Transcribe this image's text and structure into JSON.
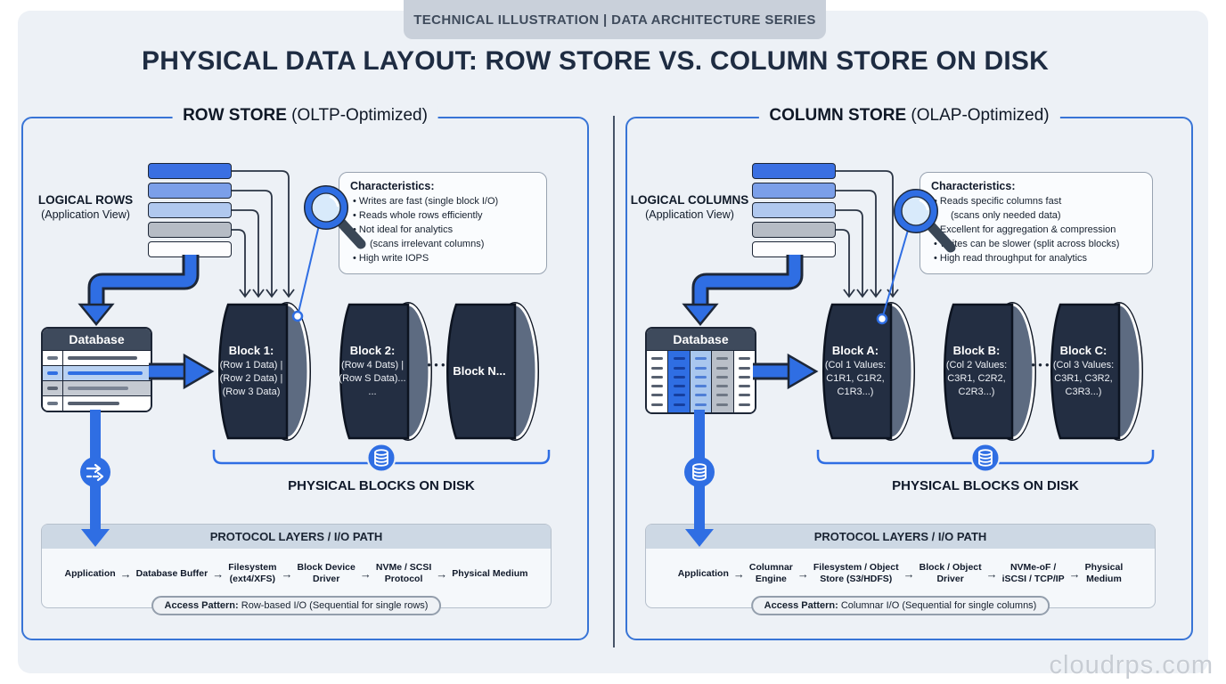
{
  "badge": "TECHNICAL ILLUSTRATION | DATA ARCHITECTURE SERIES",
  "title": "PHYSICAL DATA LAYOUT: ROW STORE VS. COLUMN STORE ON DISK",
  "watermark": "cloudrps.com",
  "glyphs": {
    "step_arrow": "→",
    "block_dots": "●●●"
  },
  "colors": {
    "accent": "#2f6ee3",
    "panel_border": "#3874d6",
    "cylinder_body": "#232e42",
    "cylinder_cap": "#5d6b81",
    "card_bg": "#edf1f6",
    "badge_bg": "#c9d0da",
    "title_text": "#1e2c42",
    "db_header": "#3e4a5c"
  },
  "panels": [
    {
      "title_bold": "ROW STORE",
      "title_rest": " (OLTP-Optimized)",
      "logical_bold": "LOGICAL ROWS",
      "logical_sub": "(Application View)",
      "char_title": "Characteristics:",
      "char_lines": [
        "Writes are fast (single block I/O)",
        "Reads whole rows efficiently",
        "Not ideal for analytics",
        "(scans irrelevant columns)",
        "High write IOPS"
      ],
      "db_label": "Database",
      "blocks": [
        {
          "title": "Block 1:",
          "l1": "(Row 1 Data) |",
          "l2": "(Row 2 Data) |",
          "l3": "(Row 3 Data)"
        },
        {
          "title": "Block 2:",
          "l1": "(Row 4 Dats) |",
          "l2": "(Row S Data)...",
          "l3": "..."
        },
        {
          "title": "Block N..."
        }
      ],
      "blocks_label": "PHYSICAL BLOCKS ON DISK",
      "protocol_title": "PROTOCOL LAYERS / I/O PATH",
      "protocol_steps": [
        "Application",
        "Database Buffer",
        "Filesystem\n(ext4/XFS)",
        "Block Device\nDriver",
        "NVMe / SCSI\nProtocol",
        "Physical Medium"
      ],
      "access_bold": "Access Pattern:",
      "access_text": " Row-based I/O (Sequential for single rows)"
    },
    {
      "title_bold": "COLUMN STORE",
      "title_rest": " (OLAP-Optimized)",
      "logical_bold": "LOGICAL COLUMNS",
      "logical_sub": "(Application View)",
      "char_title": "Characteristics:",
      "char_lines": [
        "Reads specific columns fast",
        "(scans only needed data)",
        "Excellent for aggregation & compression",
        "Writes can be slower (split across blocks)",
        "High read throughput for analytics"
      ],
      "db_label": "Database",
      "blocks": [
        {
          "title": "Block A:",
          "l1": "(Col 1 Values:",
          "l2": "C1R1, C1R2,",
          "l3": "C1R3...)"
        },
        {
          "title": "Block B:",
          "l1": "(Col 2 Values:",
          "l2": "C3R1, C2R2,",
          "l3": "C2R3...)"
        },
        {
          "title": "Block C:",
          "l1": "(Col 3 Values:",
          "l2": "C3R1, C3R2,",
          "l3": "C3R3...)"
        }
      ],
      "blocks_label": "PHYSICAL BLOCKS ON DISK",
      "protocol_title": "PROTOCOL LAYERS / I/O PATH",
      "protocol_steps": [
        "Application",
        "Columnar\nEngine",
        "Filesystem / Object\nStore (S3/HDFS)",
        "Block / Object\nDriver",
        "NVMe-oF /\niSCSI / TCP/IP",
        "Physical\nMedium"
      ],
      "access_bold": "Access Pattern:",
      "access_text": " Columnar I/O (Sequential for single columns)"
    }
  ]
}
